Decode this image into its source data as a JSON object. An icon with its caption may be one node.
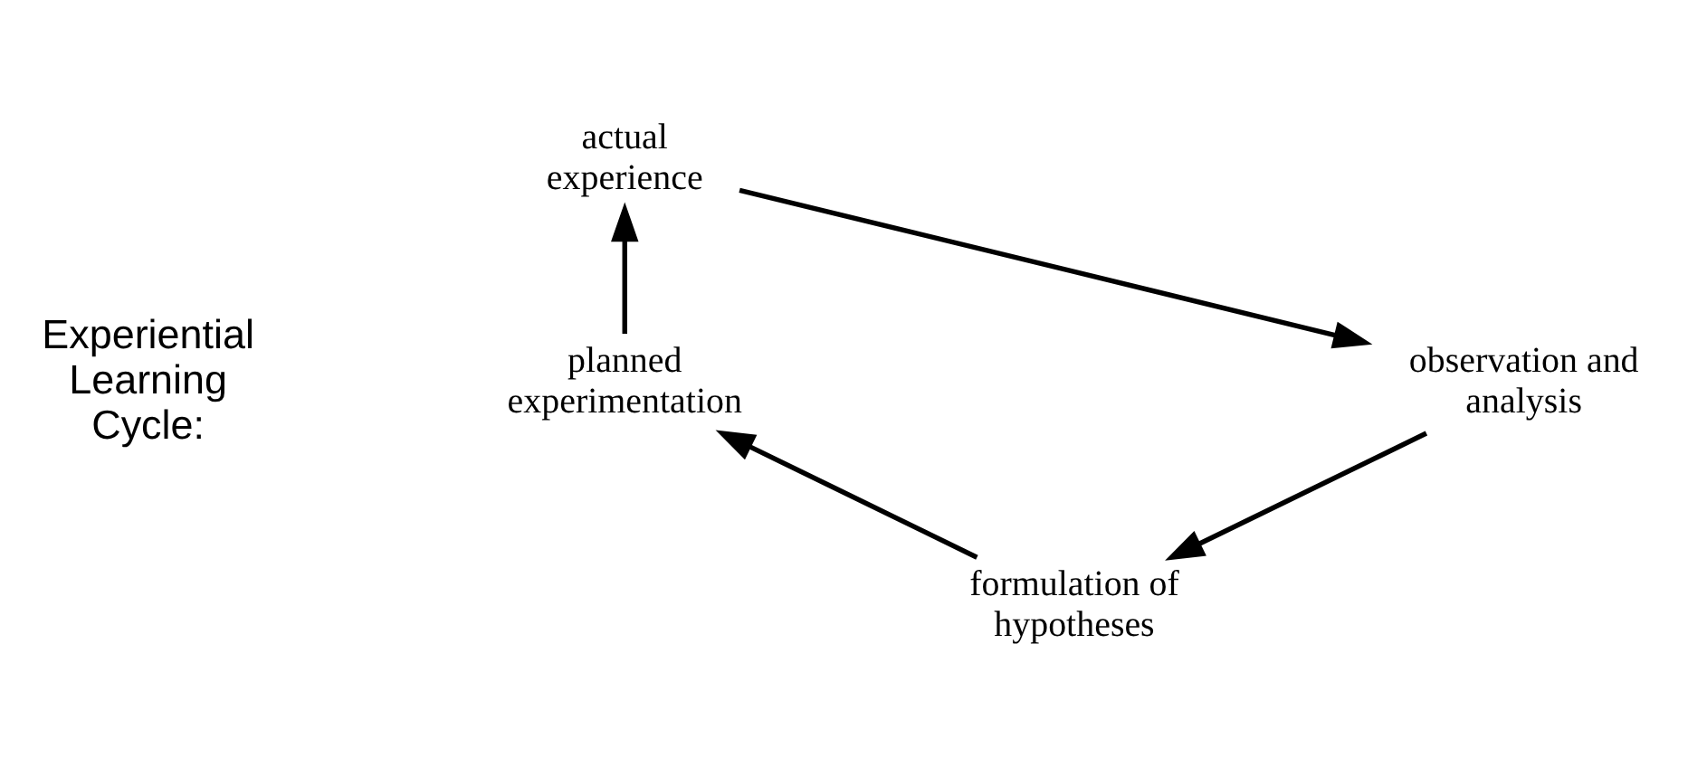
{
  "diagram": {
    "nodes": [
      {
        "text": [
          "actual experience"
        ]
      },
      {
        "text": [
          "observation and analysis"
        ]
      },
      {
        "text": [
          "formulation of hypotheses"
        ]
      },
      {
        "text": [
          "planned experimentation"
        ]
      }
    ],
    "edges": [
      {
        "from": 0,
        "to": 1,
        "arrow": "to"
      },
      {
        "from": 1,
        "to": 2,
        "arrow": "to"
      },
      {
        "from": 2,
        "to": 3,
        "arrow": "to"
      },
      {
        "from": 3,
        "to": 0,
        "arrow": "to"
      }
    ],
    "labels": [
      "Experiential Learning Cycle:"
    ]
  }
}
